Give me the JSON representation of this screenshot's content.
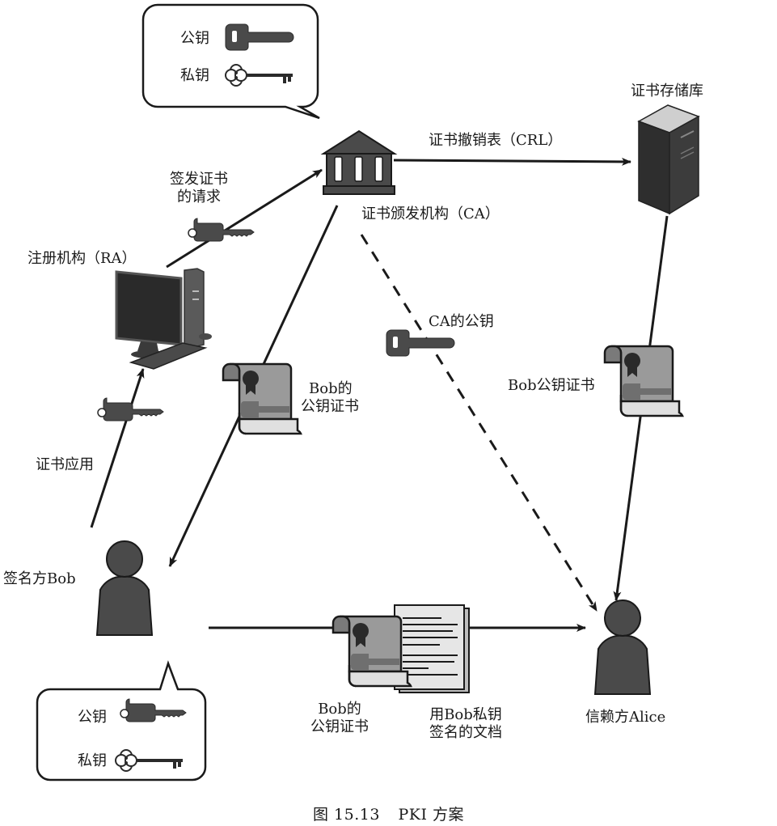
{
  "figure": {
    "caption_prefix": "图 15.13",
    "caption_title": "PKI 方案"
  },
  "nodes": {
    "ca": {
      "label": "证书颁发机构（CA）",
      "icon": "bank-building-icon"
    },
    "ra": {
      "label": "注册机构（RA）",
      "icon": "desktop-computer-icon"
    },
    "repository": {
      "label": "证书存储库",
      "icon": "server-tower-icon"
    },
    "signer": {
      "label": "签名方Bob",
      "icon": "person-icon"
    },
    "relying_party": {
      "label": "信赖方Alice",
      "icon": "person-icon"
    }
  },
  "callouts": {
    "ca_keys": {
      "public_label": "公钥",
      "private_label": "私钥"
    },
    "bob_keys": {
      "public_label": "公钥",
      "private_label": "私钥"
    }
  },
  "edges": {
    "ra_to_ca": {
      "label_line1": "签发证书",
      "label_line2": "的请求",
      "style": "solid"
    },
    "ca_to_repository": {
      "label": "证书撤销表（CRL）",
      "style": "solid"
    },
    "bob_to_ra": {
      "label": "证书应用",
      "style": "solid"
    },
    "ca_to_bob": {
      "label_line1": "Bob的",
      "label_line2": "公钥证书",
      "style": "solid"
    },
    "ca_to_alice": {
      "label": "CA的公钥",
      "style": "dashed"
    },
    "repository_to_alice": {
      "label": "Bob公钥证书",
      "style": "solid"
    },
    "bob_to_alice": {
      "cert_label_line1": "Bob的",
      "cert_label_line2": "公钥证书",
      "doc_label_line1": "用Bob私钥",
      "doc_label_line2": "签名的文档",
      "style": "solid"
    }
  },
  "colors": {
    "ink": "#1a1a1a",
    "dark_fill": "#4a4a4a",
    "mid_fill": "#8c8c8c",
    "light_fill": "#d6d6d6"
  }
}
